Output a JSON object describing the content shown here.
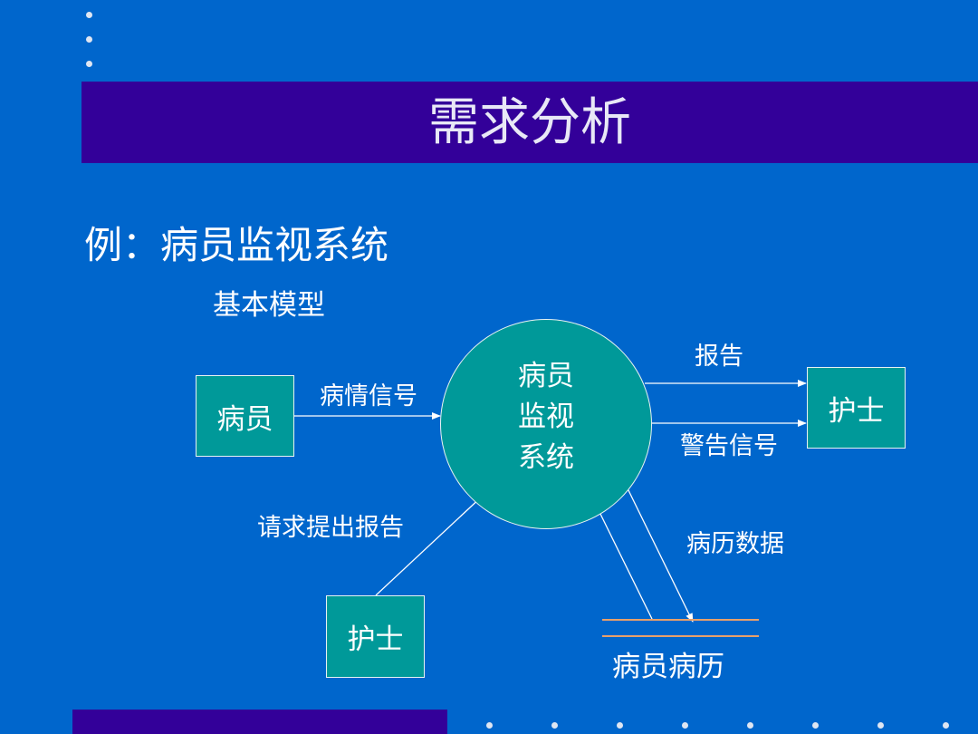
{
  "slide": {
    "title": "需求分析",
    "subtitle": "例：病员监视系统",
    "model_label": "基本模型"
  },
  "diagram": {
    "source_patient": "病员",
    "source_nurse": "护士",
    "process_lines": [
      "病员",
      "监视",
      "系统"
    ],
    "sink_nurse": "护士",
    "data_store": "病员病历",
    "flows": {
      "vital_signs": "病情信号",
      "report": "报告",
      "alarm": "警告信号",
      "request_report": "请求提出报告",
      "records": "病历数据"
    }
  },
  "colors": {
    "background": "#0066cc",
    "title_bar": "#330099",
    "shape_fill": "#009999",
    "store_line": "#e8a06a"
  }
}
